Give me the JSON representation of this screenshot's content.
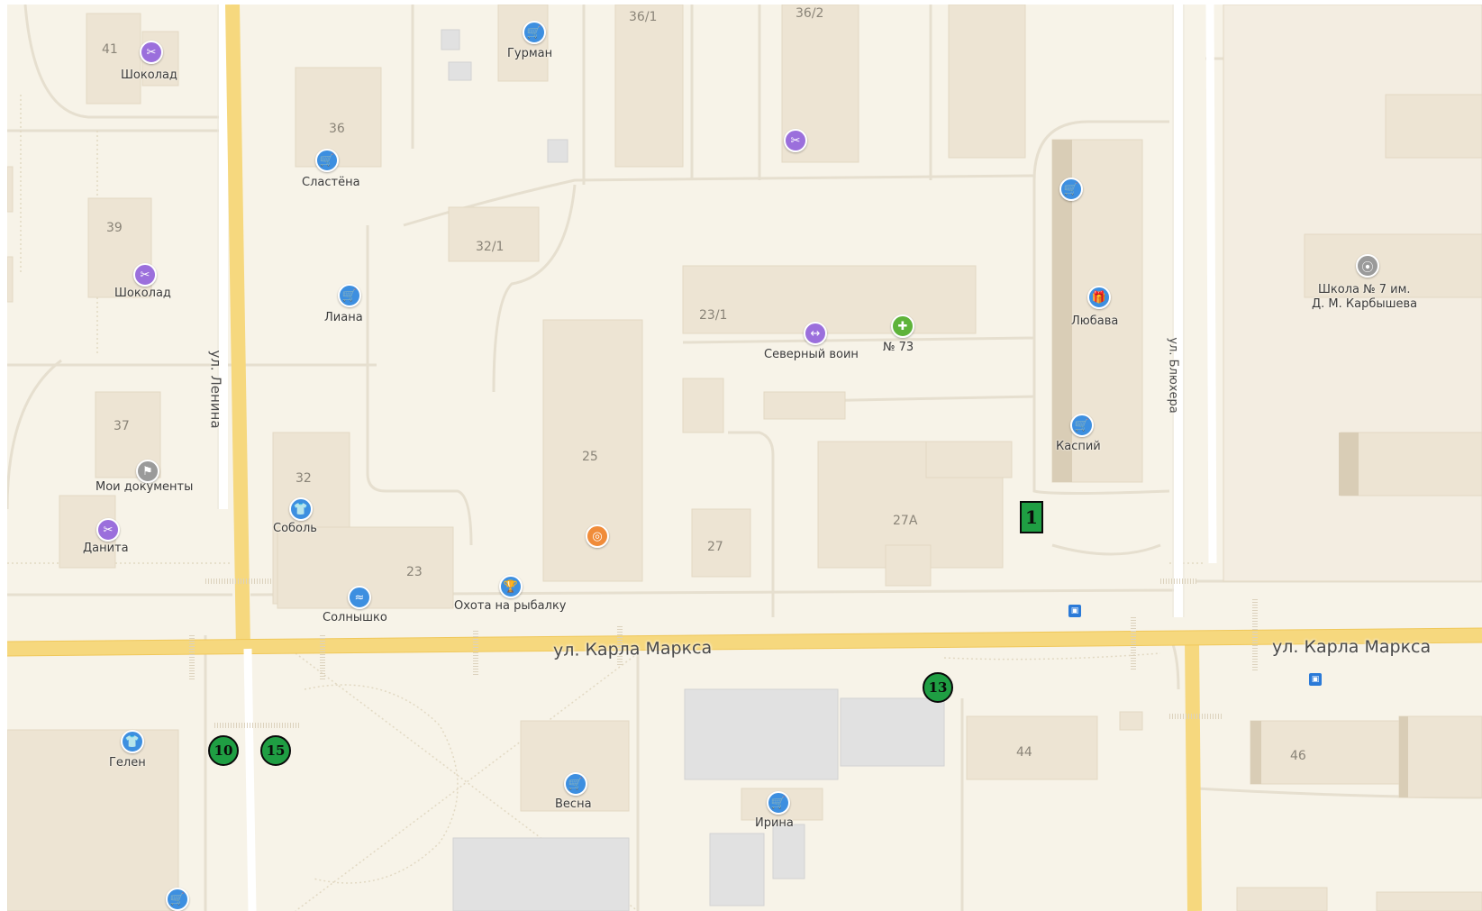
{
  "streets": {
    "lenina": "ул. Ленина",
    "karla_marksa_1": "ул. Карла Маркса",
    "karla_marksa_2": "ул. Карла Маркса",
    "blyukhera": "ул. Блюхера"
  },
  "house_numbers": {
    "h41": "41",
    "h36": "36",
    "h39": "39",
    "h37": "37",
    "h32": "32",
    "h23": "23",
    "h25": "25",
    "h27": "27",
    "h27a": "27А",
    "h23_1": "23/1",
    "h32_1": "32/1",
    "h36_1": "36/1",
    "h36_2": "36/2",
    "h44": "44",
    "h46": "46"
  },
  "places": {
    "shokolad_1": "Шоколад",
    "gurman": "Гурман",
    "slastena": "Сластёна",
    "shokolad_2": "Шоколад",
    "liana": "Лиана",
    "moi_dokumenty": "Мои документы",
    "danita": "Данита",
    "sobol": "Соболь",
    "solnyshko": "Солнышко",
    "okhota": "Охота на рыбалку",
    "severny_voin": "Северный воин",
    "pharmacy_73": "№ 73",
    "lyubava": "Любава",
    "kaspiy": "Каспий",
    "school_1": "Школа № 7 им.",
    "school_2": "Д. М. Карбышева",
    "gelen": "Гелен",
    "vesna": "Весна",
    "irina": "Ирина"
  },
  "markers": {
    "m1": "1",
    "m13": "13",
    "m10": "10",
    "m15": "15"
  },
  "colors": {
    "background": "#f7f3e8",
    "main_road": "#f6d87e",
    "building": "#ede4d3",
    "marker_fill": "#1f9e43",
    "shop_icon": "#3d8fe0",
    "beauty_icon": "#9b6fdc",
    "pharmacy_icon": "#5eb33a"
  }
}
